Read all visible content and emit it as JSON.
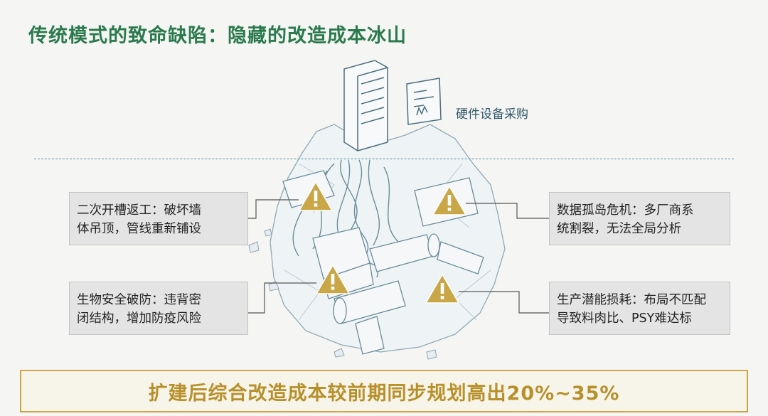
{
  "title": "传统模式的致命缺陷：隐藏的改造成本冰山",
  "hardware_label": "硬件设备采购",
  "callouts": {
    "top_left": [
      "二次开槽返工：破坏墙",
      "体吊顶，管线重新铺设"
    ],
    "top_right": [
      "数据孤岛危机：多厂商系",
      "统割裂，无法全局分析"
    ],
    "bottom_left": [
      "生物安全破防：违背密",
      "闭结构，增加防疫风险"
    ],
    "bottom_right": [
      "生产潜能损耗：布局不匹配",
      "导致料肉比、PSY难达标"
    ]
  },
  "banner": "扩建后综合改造成本较前期同步规划高出20%~35%",
  "colors": {
    "title": "#2b7a4e",
    "warning": "#c9a646",
    "banner_text": "#b8902a",
    "waterline": "#5a8fa3"
  }
}
